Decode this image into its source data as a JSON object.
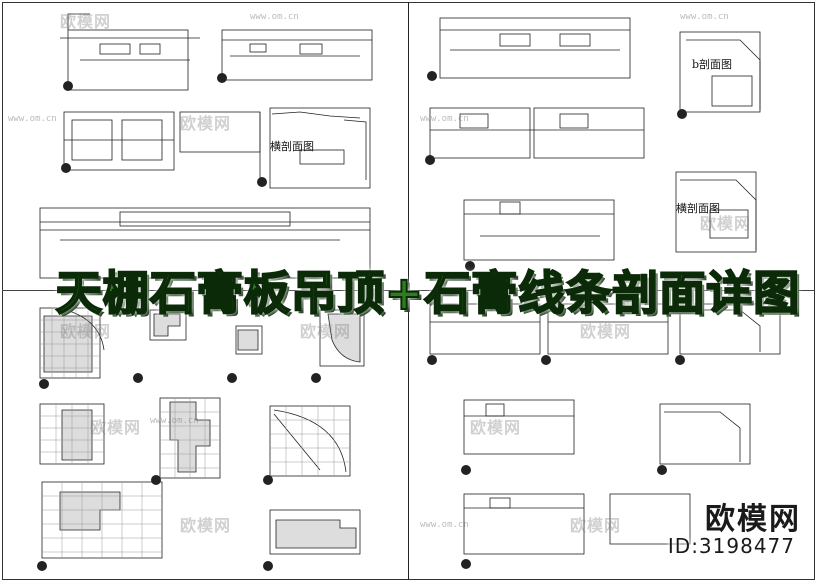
{
  "title_banner": "天棚石膏板吊顶+石膏线条剖面详图",
  "watermark": {
    "brand": "欧模网",
    "id": "ID:3198477",
    "tile_text": "欧模网",
    "url_text": "www.om.cn"
  },
  "drawing_labels": {
    "section_b": "b剖面图",
    "section_cross_1": "横剖面图",
    "section_cross_2": "横剖面图"
  }
}
